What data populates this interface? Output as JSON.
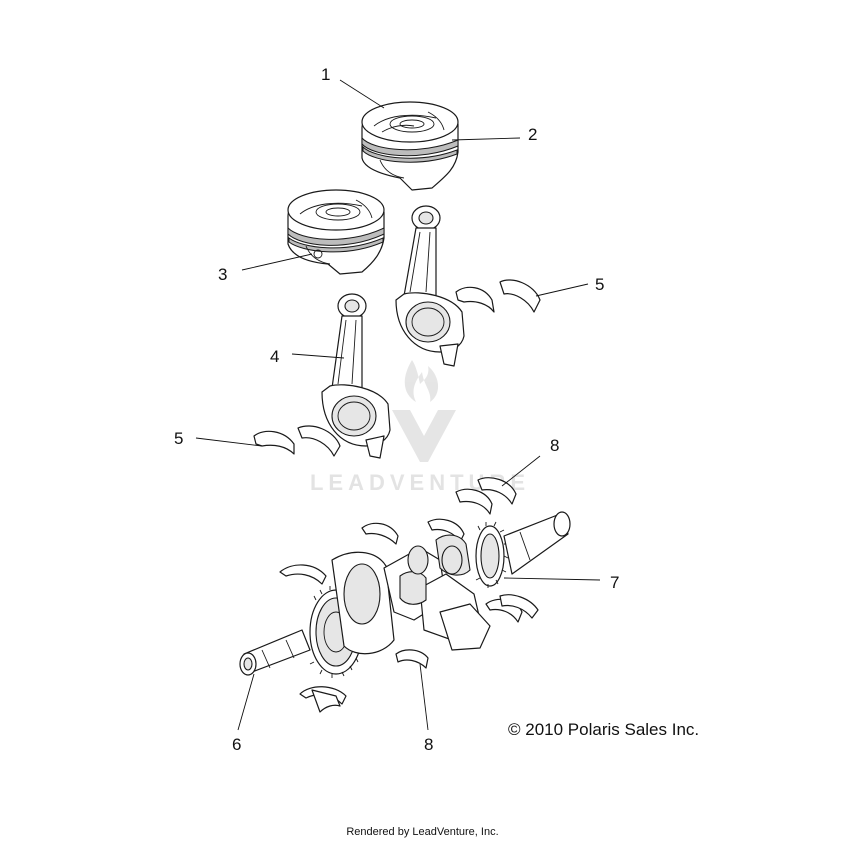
{
  "diagram": {
    "callouts": [
      {
        "id": "1",
        "label": "1"
      },
      {
        "id": "2",
        "label": "2"
      },
      {
        "id": "3",
        "label": "3"
      },
      {
        "id": "4",
        "label": "4"
      },
      {
        "id": "5a",
        "label": "5"
      },
      {
        "id": "5b",
        "label": "5"
      },
      {
        "id": "6",
        "label": "6"
      },
      {
        "id": "7",
        "label": "7"
      },
      {
        "id": "8a",
        "label": "8"
      },
      {
        "id": "8b",
        "label": "8"
      }
    ],
    "watermark": "LEADVENTURE",
    "copyright": "© 2010 Polaris Sales Inc."
  },
  "footer": {
    "text": "Rendered by LeadVenture, Inc."
  }
}
